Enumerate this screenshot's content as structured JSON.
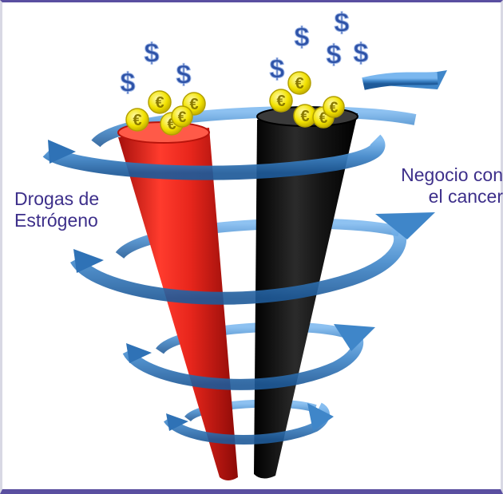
{
  "labels": {
    "left": {
      "line1": "Drogas de",
      "line2": "Estrógeno"
    },
    "right": {
      "line1": "Negocio con",
      "line2": "el cancer"
    }
  },
  "symbols": {
    "dollar": "$",
    "euro": "€"
  },
  "icons": [
    "red-cone-icon",
    "black-cone-icon",
    "spiral-arrow-icon",
    "dollar-sign-icon",
    "euro-coin-icon"
  ],
  "colors": {
    "red_cone": "#e8261c",
    "black_cone": "#111111",
    "arrow": "#3f86c9",
    "dollar": "#2e53a8",
    "euro": "#f2e200",
    "label": "#3d2f8a",
    "frame": "#5a4fa0"
  }
}
